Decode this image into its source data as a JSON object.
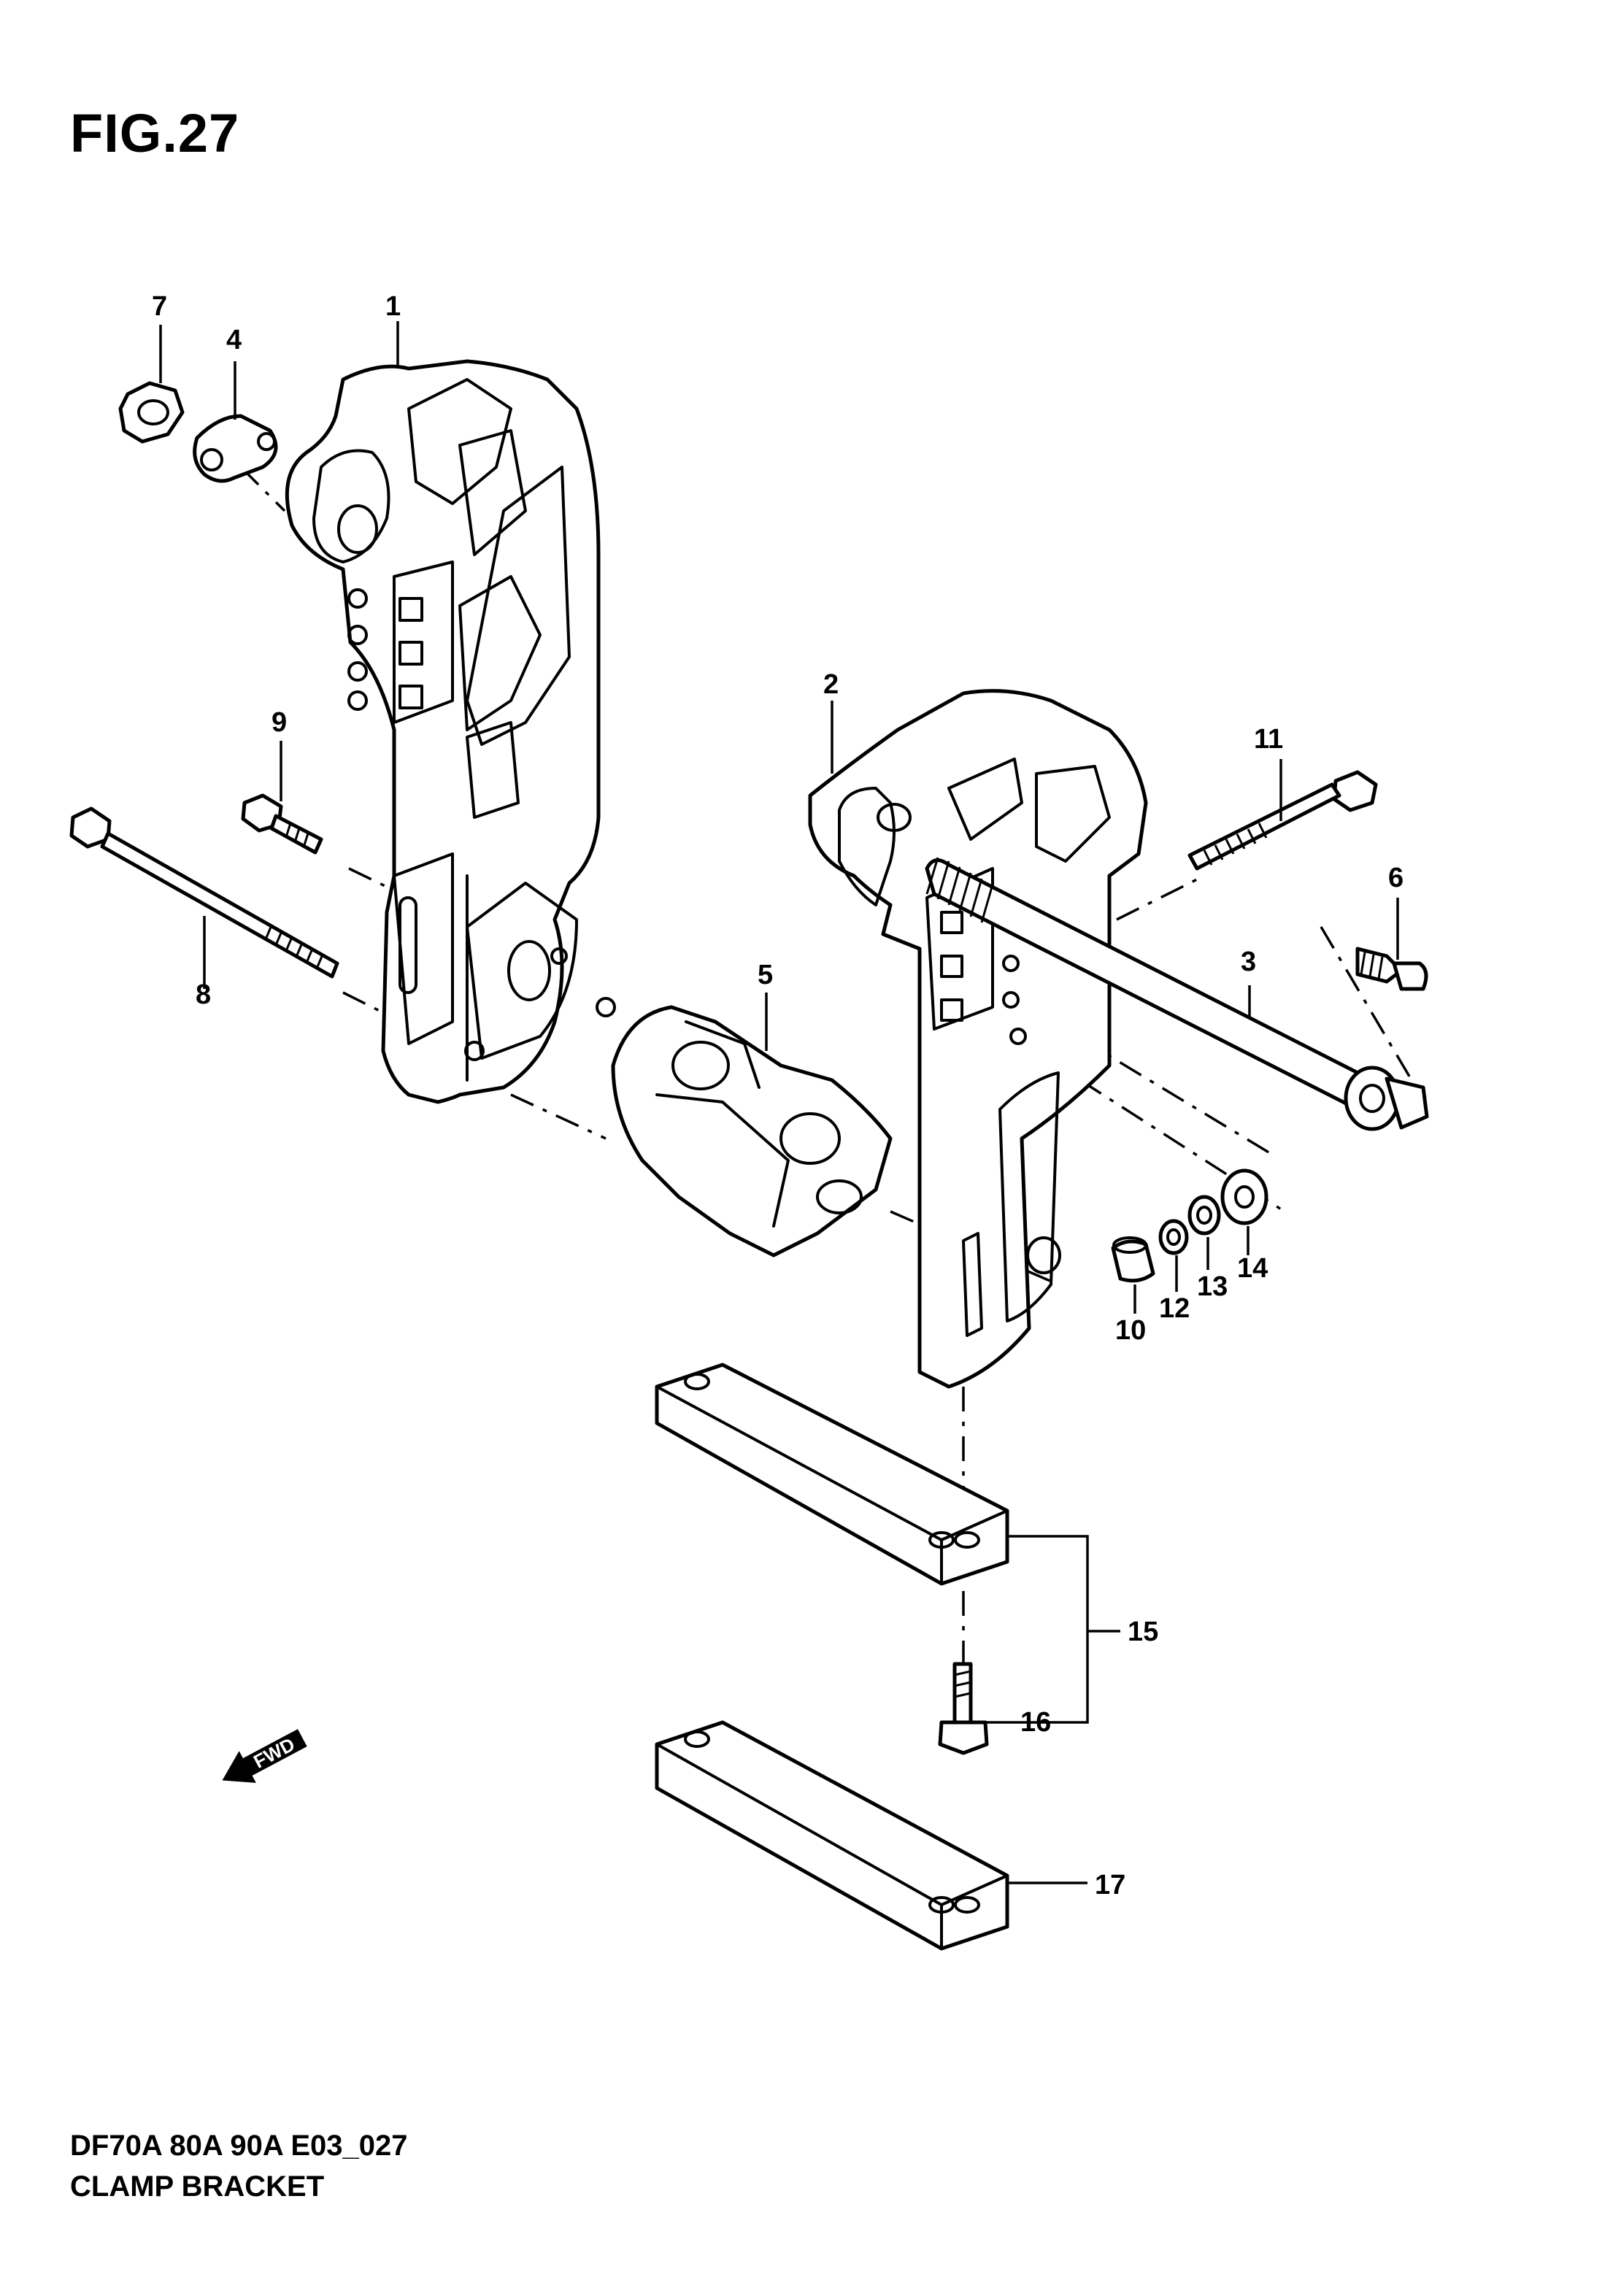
{
  "figure": {
    "title": "FIG.27",
    "code": "DF70A 80A 90A E03_027",
    "caption": "CLAMP BRACKET"
  },
  "callouts": [
    "1",
    "2",
    "3",
    "4",
    "5",
    "6",
    "7",
    "8",
    "9",
    "10",
    "11",
    "12",
    "13",
    "14",
    "15",
    "16",
    "17"
  ],
  "fwd_marker": {
    "label": "FWD",
    "icon": "fwd-arrow-icon"
  }
}
